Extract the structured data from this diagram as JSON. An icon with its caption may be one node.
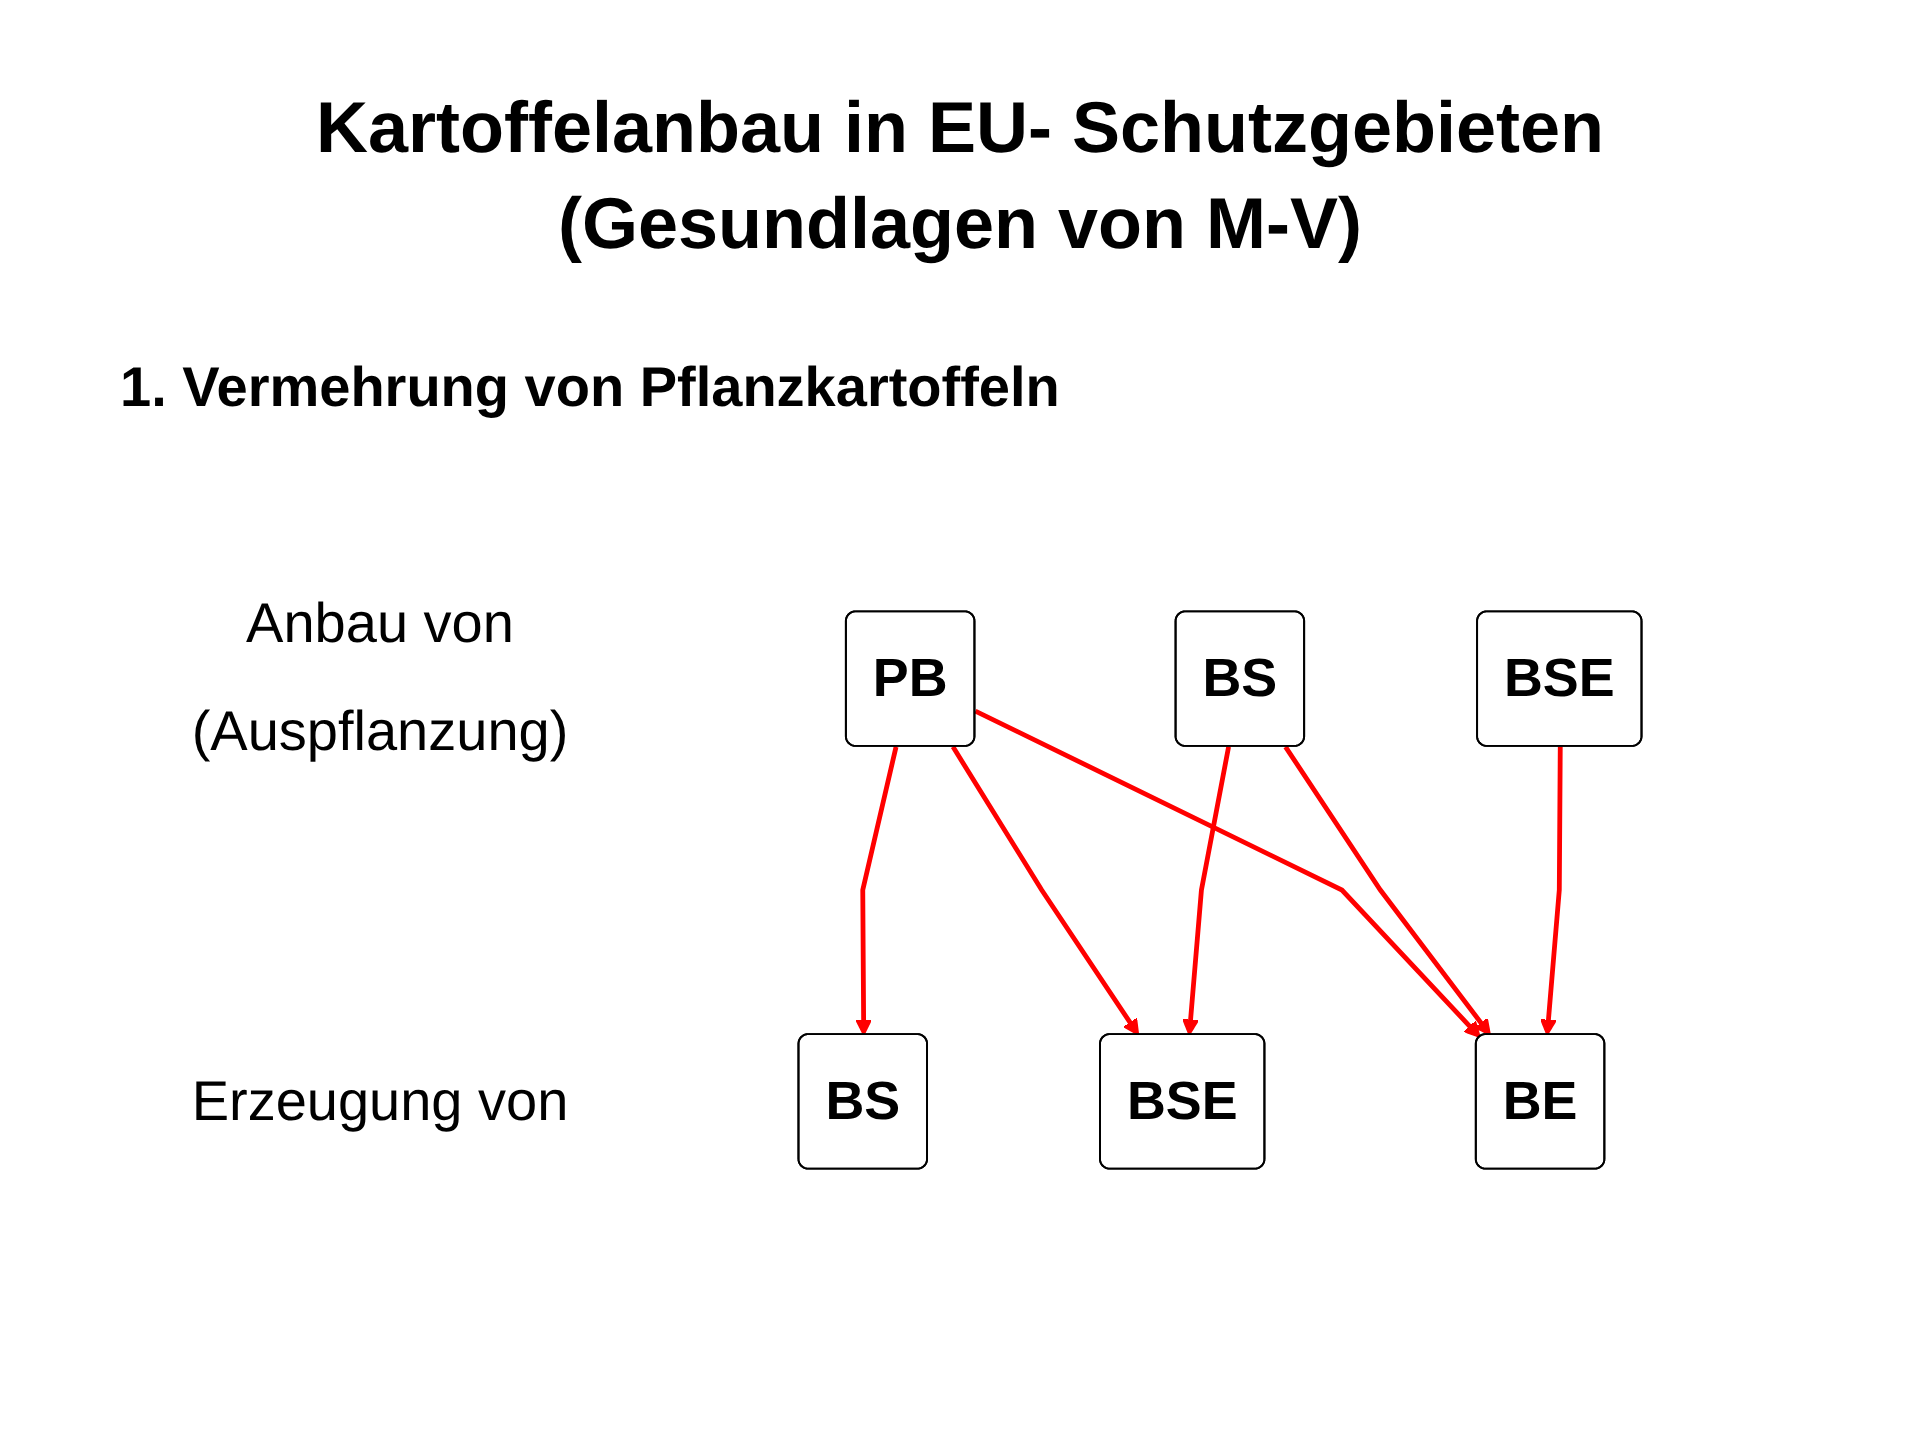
{
  "diagram": {
    "title": "Kartoffelanbau in EU- Schutzgebieten (Gesundlagen von M-V)",
    "nodes": [
      {
        "text": [
          "PB"
        ]
      },
      {
        "text": [
          "BS"
        ]
      },
      {
        "text": [
          "BSE"
        ]
      },
      {
        "text": [
          "BS"
        ]
      },
      {
        "text": [
          "BSE"
        ]
      },
      {
        "text": [
          "BE"
        ]
      }
    ],
    "edges": [
      {
        "from": 0,
        "to": 3,
        "arrow": "to"
      },
      {
        "from": 0,
        "to": 4,
        "arrow": "to"
      },
      {
        "from": 0,
        "to": 5,
        "arrow": "to"
      },
      {
        "from": 1,
        "to": 4,
        "arrow": "to"
      },
      {
        "from": 1,
        "to": 5,
        "arrow": "to"
      },
      {
        "from": 2,
        "to": 5,
        "arrow": "to"
      }
    ],
    "labels": [
      "1. Vermehrung von Pflanzkartoffeln",
      "Anbau von (Auspflanzung)",
      "Erzeugung von"
    ]
  }
}
